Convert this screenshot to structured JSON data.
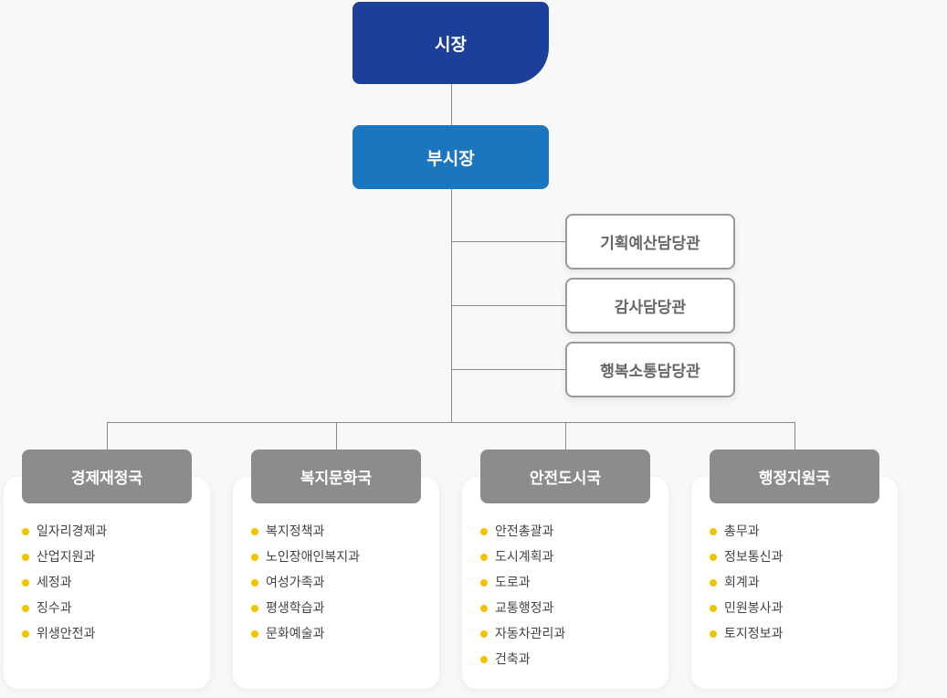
{
  "mayor": {
    "label": "시장"
  },
  "vice_mayor": {
    "label": "부시장"
  },
  "staff_offices": [
    {
      "label": "기획예산담당관"
    },
    {
      "label": "감사담당관"
    },
    {
      "label": "행복소통담당관"
    }
  ],
  "bureaus": [
    {
      "label": "경제재정국",
      "departments": [
        "일자리경제과",
        "산업지원과",
        "세정과",
        "징수과",
        "위생안전과"
      ]
    },
    {
      "label": "복지문화국",
      "departments": [
        "복지정책과",
        "노인장애인복지과",
        "여성가족과",
        "평생학습과",
        "문화예술과"
      ]
    },
    {
      "label": "안전도시국",
      "departments": [
        "안전총괄과",
        "도시계획과",
        "도로과",
        "교통행정과",
        "자동차관리과",
        "건축과"
      ]
    },
    {
      "label": "행정지원국",
      "departments": [
        "총무과",
        "정보통신과",
        "회계과",
        "민원봉사과",
        "토지정보과"
      ]
    }
  ],
  "colors": {
    "mayor_bg": "#1b3f9b",
    "vice_mayor_bg": "#1c76bf",
    "bureau_head_bg": "#8c8c8c",
    "bullet": "#f2c400",
    "connector": "#8a8a8a"
  }
}
